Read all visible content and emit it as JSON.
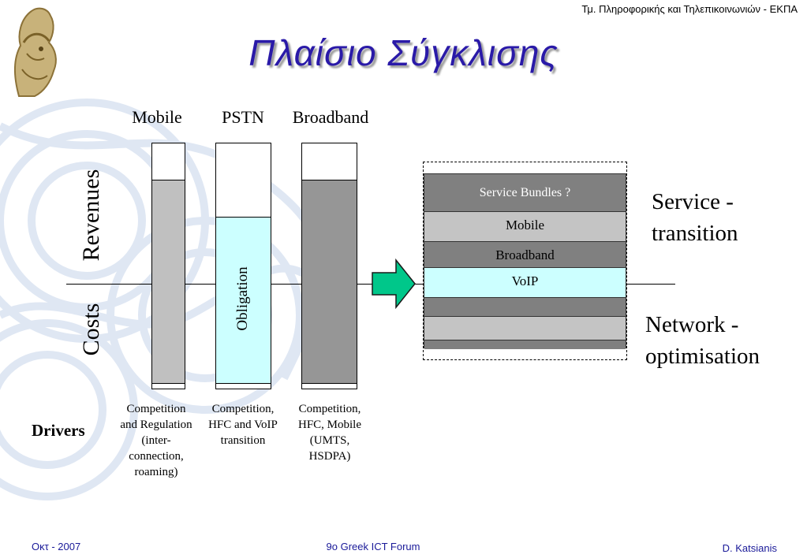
{
  "header": {
    "institution": "Τμ. Πληροφορικής και Τηλεπικοινωνιών - ΕΚΠΑ"
  },
  "title": "Πλαίσιο Σύγκλισης",
  "columns": [
    {
      "label": "Mobile",
      "driver_lines": [
        "Competition",
        "and Regulation",
        "(inter-",
        "connection,",
        "roaming)"
      ]
    },
    {
      "label": "PSTN",
      "inner_label": "Obligation",
      "driver_lines": [
        "Competition,",
        "HFC and VoIP",
        "transition"
      ]
    },
    {
      "label": "Broadband",
      "driver_lines": [
        "Competition,",
        "HFC, Mobile",
        "(UMTS,",
        "HSDPA)"
      ]
    }
  ],
  "axis": {
    "revenues": "Revenues",
    "costs": "Costs",
    "drivers": "Drivers"
  },
  "stack": {
    "layers": [
      "Service Bundles ?",
      "Mobile",
      "Broadband",
      "VoIP"
    ]
  },
  "right_labels": {
    "service": [
      "Service -",
      "transition"
    ],
    "network": [
      "Network -",
      "optimisation"
    ]
  },
  "footer": {
    "date": "Οκτ - 2007",
    "event": "9o Greek ICT Forum",
    "author": "D. Katsianis"
  },
  "colors": {
    "title": "#2a1aa8",
    "bar_mobile": "#c0c0c0",
    "bar_pstn": "#ccffff",
    "bar_broadband": "#969696",
    "stack_dark": "#808080",
    "stack_light": "#c4c4c4",
    "stack_voip": "#ccffff",
    "arrow": "#00c78a",
    "footer": "#1a1a99"
  }
}
